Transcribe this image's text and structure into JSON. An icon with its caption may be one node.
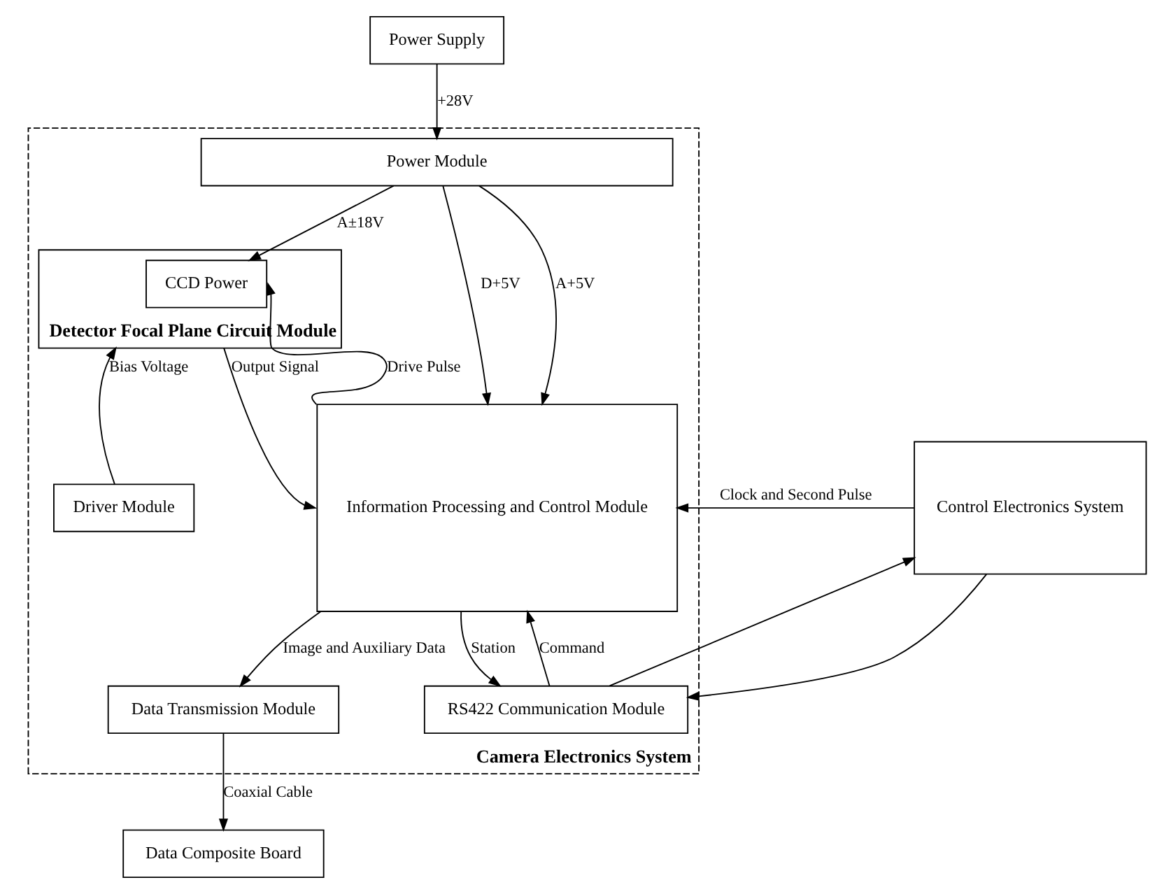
{
  "diagram": {
    "nodes": [
      {
        "text": [
          "Power Supply"
        ]
      },
      {
        "text": [
          "Camera Electronics System"
        ]
      },
      {
        "text": [
          "Power Module"
        ],
        "in": 1
      },
      {
        "text": [
          "Detector Focal Plane Circuit Module"
        ],
        "in": 1
      },
      {
        "text": [
          "CCD Power"
        ],
        "in": 3
      },
      {
        "text": [
          "Information Processing and Control Module"
        ],
        "in": 1
      },
      {
        "text": [
          "RS422 Communication Module"
        ],
        "in": 1
      },
      {
        "text": [
          "Driver Module"
        ],
        "in": 1
      },
      {
        "text": [
          "Data Transmission Module"
        ],
        "in": 1
      },
      {
        "text": [
          "Control Electronics System"
        ]
      },
      {
        "text": [
          "Data Composite Board"
        ]
      }
    ],
    "edges": [
      {
        "from": 0,
        "to": 2,
        "arrow": "to",
        "label": "+28V"
      },
      {
        "from": 2,
        "to": 4,
        "arrow": "to",
        "label": "A±18V"
      },
      {
        "from": 2,
        "to": 5,
        "arrow": "to",
        "label": "D+5V"
      },
      {
        "from": 2,
        "to": 5,
        "arrow": "to",
        "label": "A+5V"
      },
      {
        "from": 5,
        "to": 4,
        "arrow": "to",
        "label": "Drive Pulse"
      },
      {
        "from": 3,
        "to": 5,
        "arrow": "to",
        "label": "Output Signal"
      },
      {
        "from": 9,
        "to": 5,
        "arrow": "to",
        "label": "Clock and Second Pulse"
      },
      {
        "from": 6,
        "to": 5,
        "arrow": "to",
        "label": "Command"
      },
      {
        "from": 5,
        "to": 6,
        "arrow": "to",
        "label": "Station"
      },
      {
        "from": 9,
        "to": 6,
        "arrow": "to"
      },
      {
        "from": 6,
        "to": 9,
        "arrow": "to"
      },
      {
        "from": 7,
        "to": 3,
        "arrow": "to",
        "label": "Bias Voltage"
      },
      {
        "from": 5,
        "to": 8,
        "arrow": "to",
        "label": "Image and Auxiliary Data"
      },
      {
        "from": 8,
        "to": 10,
        "arrow": "to",
        "label": "Coaxial Cable"
      }
    ]
  }
}
